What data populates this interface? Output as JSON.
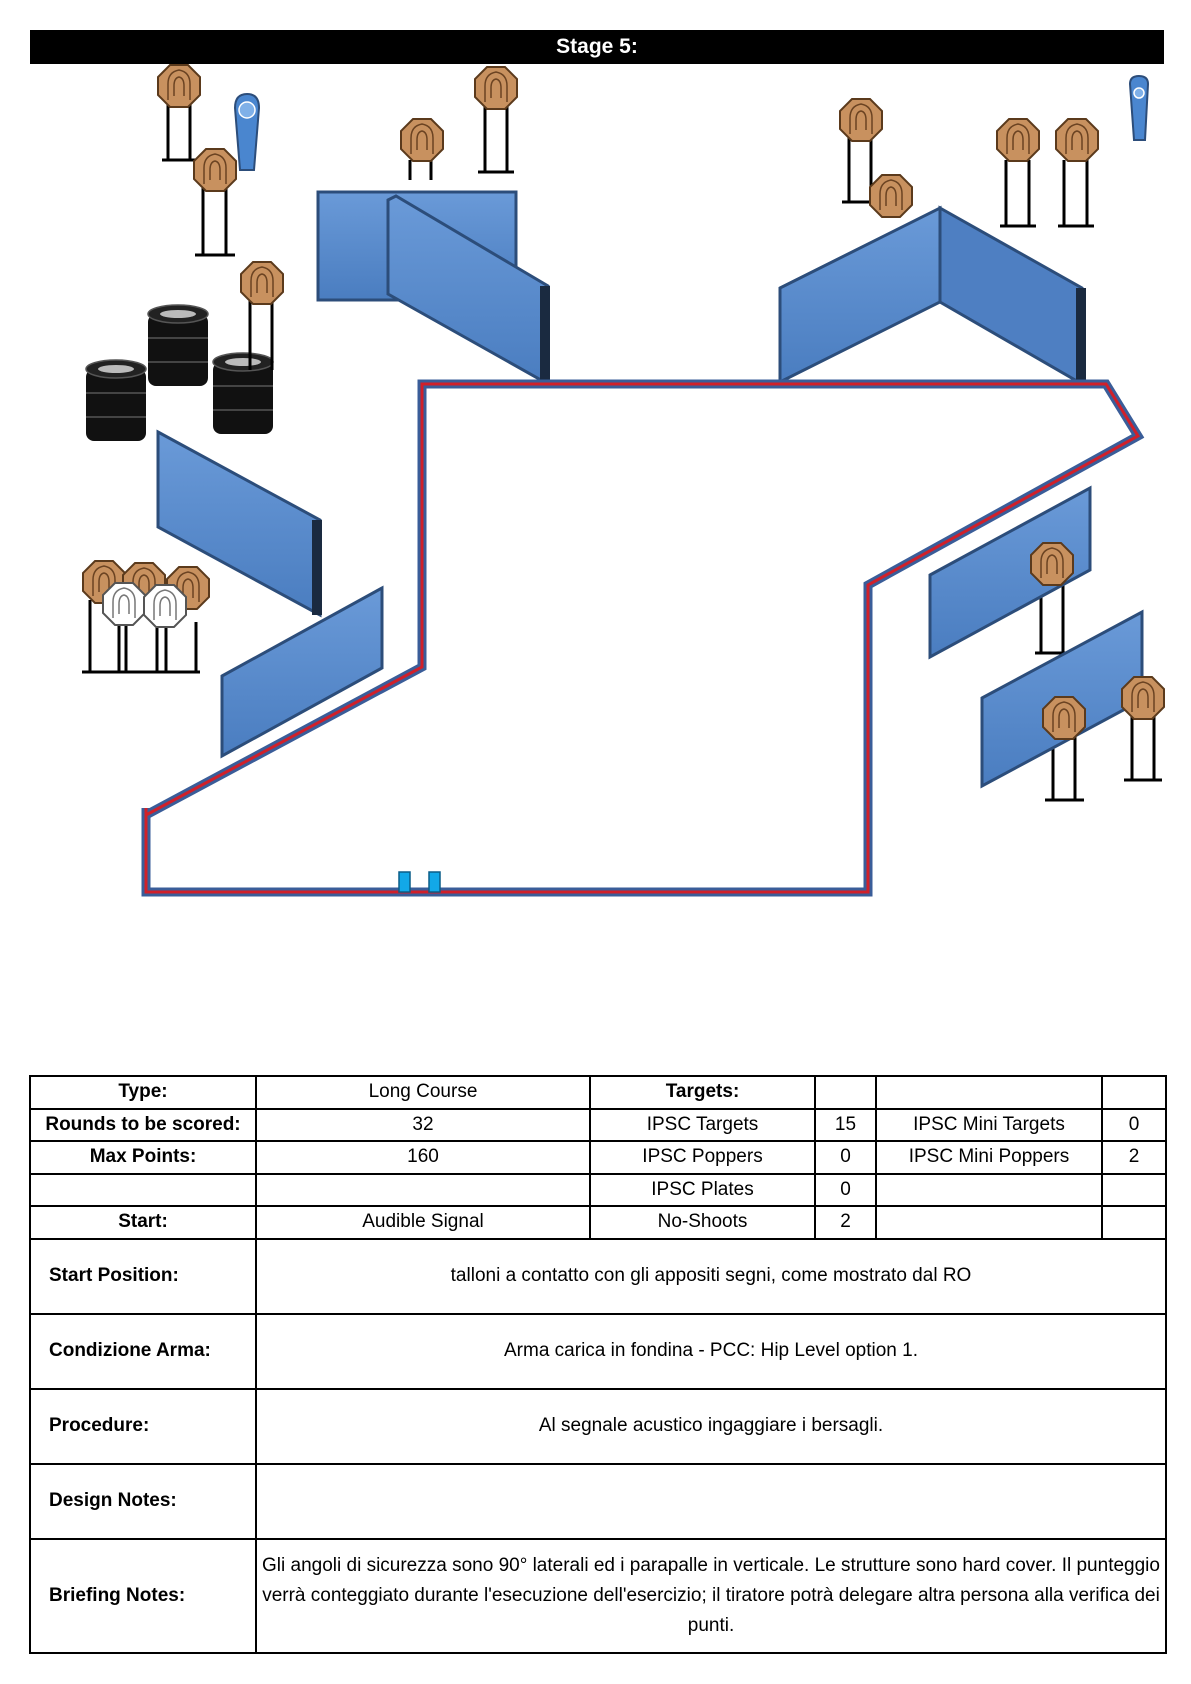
{
  "header": {
    "title": "Stage 5:"
  },
  "colors": {
    "wall": "#4f84c8",
    "wall_dark": "#2c4d7a",
    "fault_line": "#3a5d99",
    "fault_inner": "#d0202a",
    "target": "#c8915f",
    "no_shoot": "#ffffff",
    "popper": "#4a86cf",
    "start_mark": "#12a8e8"
  },
  "table": {
    "type_label": "Type:",
    "type_value": "Long Course",
    "targets_label": "Targets:",
    "rounds_label": "Rounds to be scored:",
    "rounds_value": "32",
    "ipsc_targets_label": "IPSC Targets",
    "ipsc_targets_value": "15",
    "mini_targets_label": "IPSC Mini Targets",
    "mini_targets_value": "0",
    "max_points_label": "Max Points:",
    "max_points_value": "160",
    "poppers_label": "IPSC Poppers",
    "poppers_value": "0",
    "mini_poppers_label": "IPSC Mini Poppers",
    "mini_poppers_value": "2",
    "plates_label": "IPSC Plates",
    "plates_value": "0",
    "start_label": "Start:",
    "start_value": "Audible Signal",
    "no_shoots_label": "No-Shoots",
    "no_shoots_value": "2",
    "start_position_label": "Start Position:",
    "start_position_value": "talloni a contatto con gli appositi segni, come mostrato dal RO",
    "condition_label": "Condizione Arma:",
    "condition_value": "Arma carica in fondina - PCC: Hip Level option 1.",
    "procedure_label": "Procedure:",
    "procedure_value": "Al segnale acustico ingaggiare i bersagli.",
    "design_label": "Design Notes:",
    "design_value": "",
    "briefing_label": "Briefing Notes:",
    "briefing_value": "Gli angoli di sicurezza sono 90° laterali ed i parapalle in verticale. Le strutture sono hard cover. Il punteggio verrà conteggiato durante l'esecuzione dell'esercizio; il tiratore potrà delegare altra persona alla verifica  dei punti."
  }
}
